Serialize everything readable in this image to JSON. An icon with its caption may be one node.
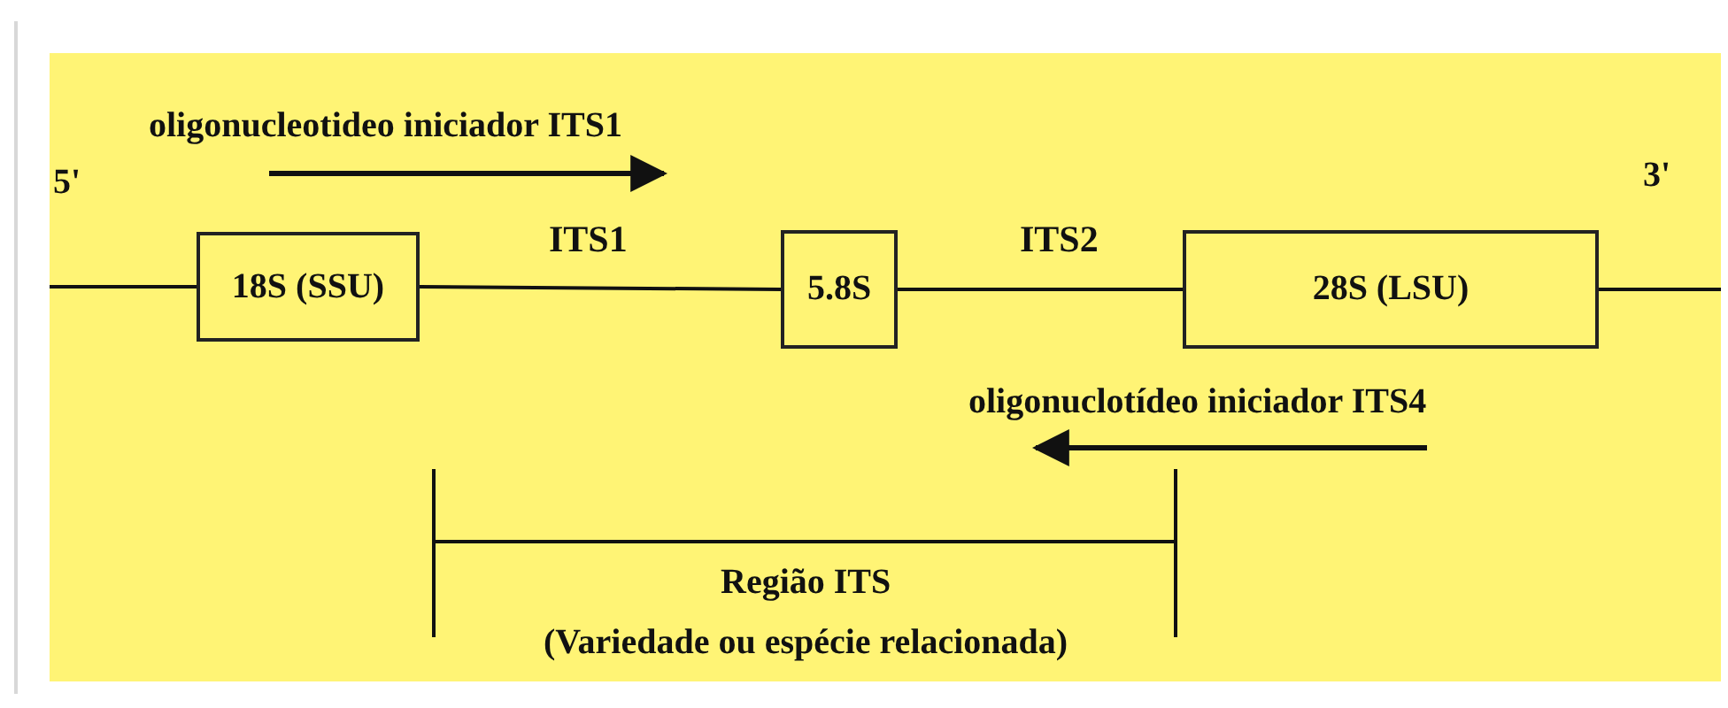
{
  "diagram": {
    "nodes": [
      {
        "text": [
          "18S (SSU)"
        ]
      },
      {
        "text": [
          "5.8S"
        ]
      },
      {
        "text": [
          "28S (LSU)"
        ]
      }
    ],
    "edges": [
      {
        "from": null,
        "to": 0,
        "arrow": "none"
      },
      {
        "from": 0,
        "to": 1,
        "arrow": "none",
        "label": "ITS1"
      },
      {
        "from": 1,
        "to": 2,
        "arrow": "none",
        "label": "ITS2"
      },
      {
        "from": 2,
        "to": null,
        "arrow": "none"
      }
    ],
    "labels": [
      "oligonucleotideo iniciador ITS1",
      "5'",
      "3'",
      "oligonuclotídeo iniciador ITS4",
      "Região ITS",
      "(Variedade ou espécie relacionada)"
    ]
  }
}
